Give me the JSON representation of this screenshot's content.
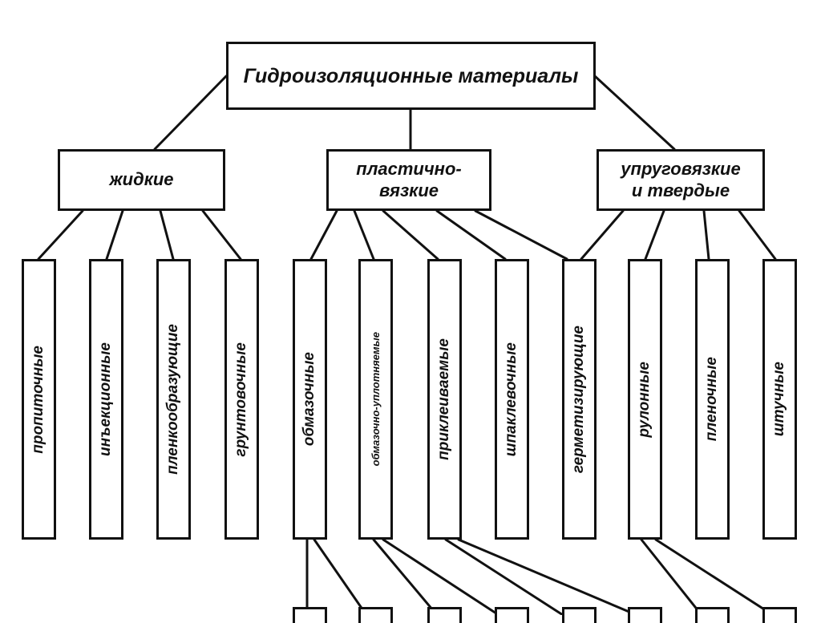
{
  "diagram": {
    "root": {
      "id": "root",
      "label": "Гидроизоляционные материалы"
    },
    "categories": [
      {
        "id": "liquid",
        "label": "жидкие"
      },
      {
        "id": "plastic",
        "label": "пластично- вязкие"
      },
      {
        "id": "elastic",
        "label": "упруговязкие и твердые"
      }
    ],
    "types": [
      {
        "id": "t1",
        "label": "пропиточные",
        "parents": [
          "liquid"
        ]
      },
      {
        "id": "t2",
        "label": "инъекционные",
        "parents": [
          "liquid"
        ]
      },
      {
        "id": "t3",
        "label": "пленкообразующие",
        "parents": [
          "liquid"
        ]
      },
      {
        "id": "t4",
        "label": "грунтовочные",
        "parents": [
          "liquid"
        ]
      },
      {
        "id": "t5",
        "label": "обмазочные",
        "parents": [
          "plastic"
        ]
      },
      {
        "id": "t6",
        "label": "обмазочно-уплотняемые",
        "parents": [
          "plastic"
        ]
      },
      {
        "id": "t7",
        "label": "приклеиваемые",
        "parents": [
          "plastic"
        ]
      },
      {
        "id": "t8",
        "label": "шпаклевочные",
        "parents": [
          "plastic"
        ]
      },
      {
        "id": "t9",
        "label": "герметизирующие",
        "parents": [
          "plastic",
          "elastic"
        ]
      },
      {
        "id": "t10",
        "label": "рулонные",
        "parents": [
          "elastic"
        ]
      },
      {
        "id": "t11",
        "label": "пленочные",
        "parents": [
          "elastic"
        ]
      },
      {
        "id": "t12",
        "label": "штучные",
        "parents": [
          "elastic"
        ]
      }
    ],
    "bottom_links": [
      {
        "from": "t5",
        "to": "b1"
      },
      {
        "from": "t5",
        "to": "b2"
      },
      {
        "from": "t6",
        "to": "b3"
      },
      {
        "from": "t6",
        "to": "b4"
      },
      {
        "from": "t7",
        "to": "b5"
      },
      {
        "from": "t7",
        "to": "b6"
      },
      {
        "from": "t10",
        "to": "b7"
      },
      {
        "from": "t10",
        "to": "b8"
      }
    ],
    "colors": {
      "stroke": "#111111",
      "background": "#ffffff"
    }
  }
}
